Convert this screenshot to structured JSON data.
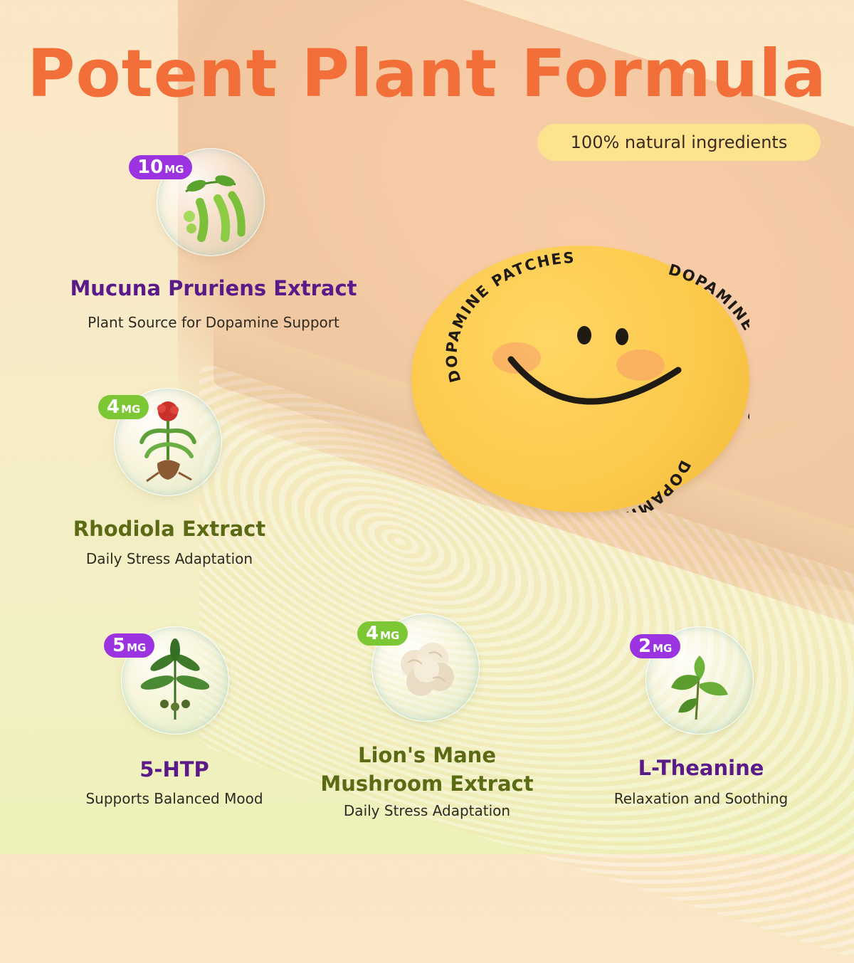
{
  "title": "Potent Plant Formula",
  "subtitle": "100% natural ingredients",
  "patch": {
    "ring_text": "DOPAMINE PATCHES",
    "colors": {
      "patch": "#fcc94a",
      "ink": "#1f1a14"
    }
  },
  "colors": {
    "title": "#f36f3a",
    "purple_badge": "#9b34e0",
    "green_badge": "#7bc734",
    "purple_text": "#5a1a8a",
    "green_text": "#5b6a14"
  },
  "ingredients": [
    {
      "dose": "10",
      "unit": "MG",
      "name": "Mucuna Pruriens Extract",
      "description": "Plant Source for Dopamine Support",
      "icon": "bean-pods-icon"
    },
    {
      "dose": "4",
      "unit": "MG",
      "name": "Rhodiola Extract",
      "description": "Daily Stress Adaptation",
      "icon": "rhodiola-root-icon"
    },
    {
      "dose": "5",
      "unit": "MG",
      "name": "5-HTP",
      "description": "Supports Balanced Mood",
      "icon": "griffonia-plant-icon"
    },
    {
      "dose": "4",
      "unit": "MG",
      "name_line1": "Lion's Mane",
      "name_line2": "Mushroom Extract",
      "description": "Daily Stress Adaptation",
      "icon": "mushroom-icon"
    },
    {
      "dose": "2",
      "unit": "MG",
      "name": "L-Theanine",
      "description": "Relaxation and Soothing",
      "icon": "tea-leaf-icon"
    }
  ]
}
